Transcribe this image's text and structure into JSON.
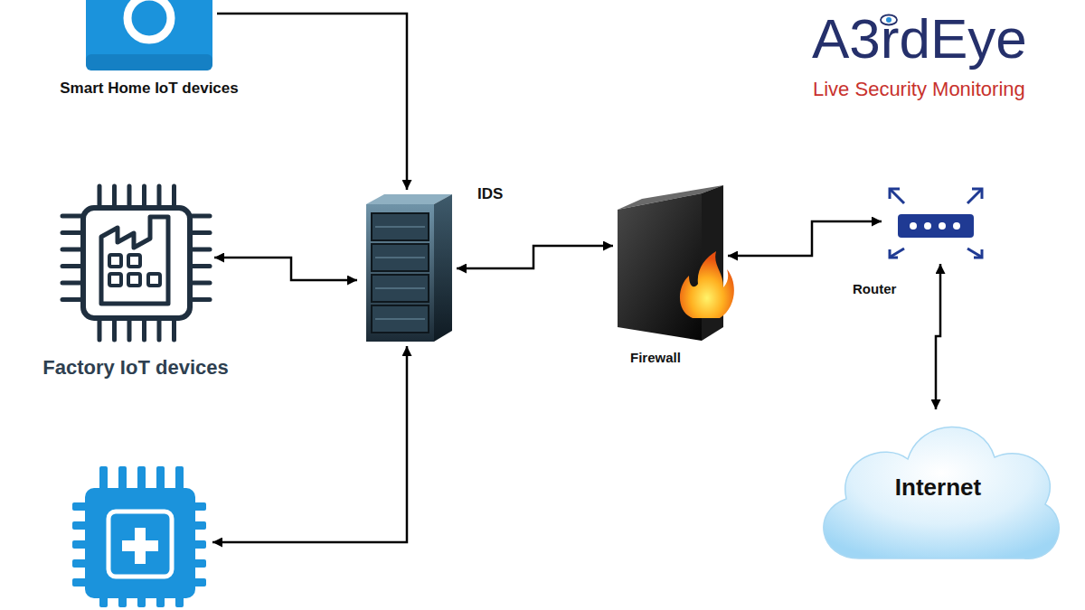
{
  "diagram": {
    "nodes": [
      {
        "text": [
          "Smart Home IoT devices"
        ]
      },
      {
        "text": [
          "Factory IoT devices"
        ]
      },
      {
        "text": [
          "IDS"
        ]
      },
      {
        "text": [
          "Firewall"
        ]
      },
      {
        "text": [
          "Router"
        ]
      },
      {
        "text": [
          "Internet"
        ]
      },
      {
        "text": []
      }
    ],
    "edges": [
      {
        "from": 0,
        "to": 2,
        "arrow": "to"
      },
      {
        "from": 1,
        "to": 2,
        "arrow": "both"
      },
      {
        "from": 2,
        "to": 3,
        "arrow": "both"
      },
      {
        "from": 3,
        "to": 4,
        "arrow": "both"
      },
      {
        "from": 4,
        "to": 5,
        "arrow": "both"
      },
      {
        "from": 6,
        "to": 2,
        "arrow": "both"
      }
    ],
    "labels": [
      "A3rdEye",
      "Live Security Monitoring"
    ]
  }
}
